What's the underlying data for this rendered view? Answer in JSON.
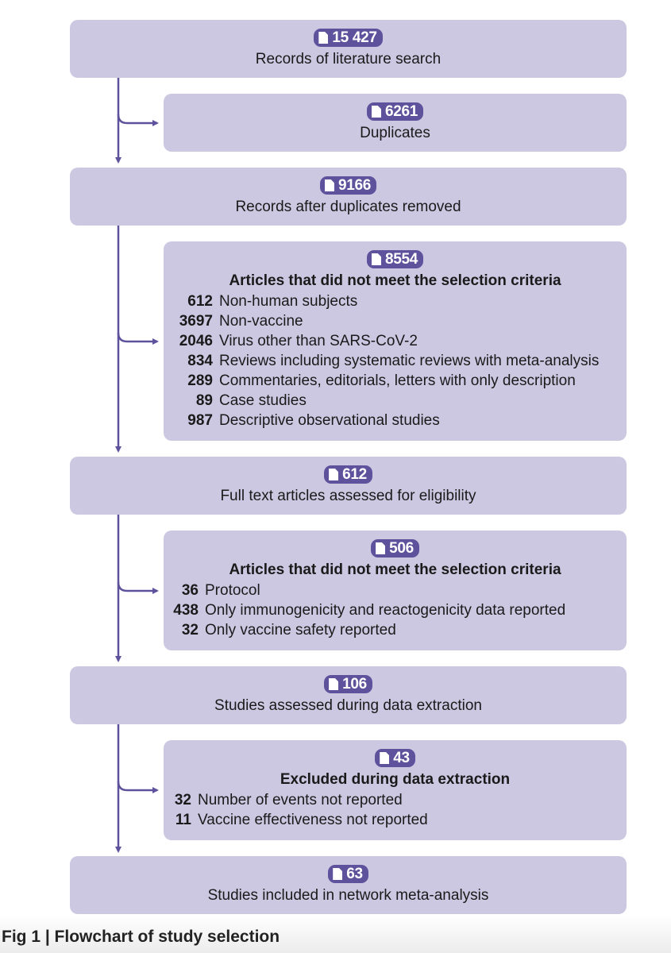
{
  "colors": {
    "box": "#cdc8e2",
    "accent": "#5e529c",
    "text": "#1a1a1a"
  },
  "boxes": {
    "search": {
      "count": "15 427",
      "label": "Records of literature search"
    },
    "duplicates": {
      "count": "6261",
      "label": "Duplicates"
    },
    "after_dupes": {
      "count": "9166",
      "label": "Records after duplicates removed"
    },
    "excluded1": {
      "count": "8554",
      "title": "Articles that did not meet the selection criteria",
      "items": [
        {
          "n": "612",
          "text": "Non-human subjects"
        },
        {
          "n": "3697",
          "text": "Non-vaccine"
        },
        {
          "n": "2046",
          "text": "Virus other than SARS-CoV-2"
        },
        {
          "n": "834",
          "text": "Reviews including systematic reviews with meta-analysis"
        },
        {
          "n": "289",
          "text": "Commentaries, editorials, letters with only description"
        },
        {
          "n": "89",
          "text": "Case studies"
        },
        {
          "n": "987",
          "text": "Descriptive observational studies"
        }
      ]
    },
    "fulltext": {
      "count": "612",
      "label": "Full text articles assessed for eligibility"
    },
    "excluded2": {
      "count": "506",
      "title": "Articles that did not meet the selection criteria",
      "items": [
        {
          "n": "36",
          "text": "Protocol"
        },
        {
          "n": "438",
          "text": "Only immunogenicity and reactogenicity data reported"
        },
        {
          "n": "32",
          "text": "Only vaccine safety reported"
        }
      ]
    },
    "extraction": {
      "count": "106",
      "label": "Studies assessed during data extraction"
    },
    "excluded3": {
      "count": "43",
      "title": "Excluded during data extraction",
      "items": [
        {
          "n": "32",
          "text": "Number of events not reported"
        },
        {
          "n": "11",
          "text": "Vaccine effectiveness not reported"
        }
      ]
    },
    "included": {
      "count": "63",
      "label": "Studies included in network meta-analysis"
    }
  },
  "caption": "Fig 1 | Flowchart of study selection"
}
